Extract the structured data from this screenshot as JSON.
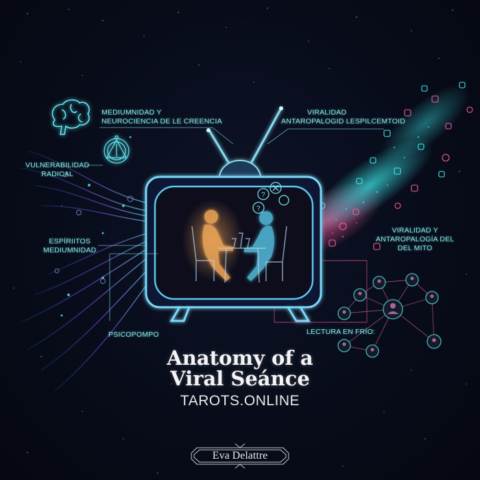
{
  "poster": {
    "title_line_1": "Anatomy of a",
    "title_line_2": "Viral Seánce",
    "subtitle": "TAROTS.ONLINE",
    "author": "Eva Delattre"
  },
  "labels": {
    "top_left": {
      "line1": "Mediumnidad y",
      "line2": "Neurociencia de le creencia"
    },
    "top_right": {
      "line1": "Viralidad",
      "line2": "Antaropalogid lespilcemtoid"
    },
    "left_upper": {
      "line1": "Vulnerabilidad",
      "line2": "Radical"
    },
    "left_middle": {
      "line1": "Espíriitos",
      "line2": "Mediumnidad"
    },
    "right_middle": {
      "line1": "Viralidad y",
      "line2": "Antaropalogía del",
      "line3": "del mito"
    },
    "bottom_left": {
      "text": "Psicopompo"
    },
    "bottom_right": {
      "text": "Lectura en frío:"
    }
  },
  "icons": {
    "brain": "brain-icon",
    "sigil": "occult-sigil-icon",
    "tv": "retro-tv-icon",
    "network": "social-network-graph",
    "thought_bubbles": [
      "question-bubble",
      "question-bubble",
      "x-bubble",
      "home-bubble"
    ]
  },
  "colors": {
    "background": "#070b16",
    "cyan_glow": "#5fe8f0",
    "teal_label": "#8fe6e0",
    "orange_figure": "#f0a858",
    "blue_figure": "#58c8e8",
    "pink_particles": "#ff5a9a",
    "purple_waves": "#7a4ad8",
    "network_node_border": "#4ab8b0",
    "network_edge": "#c05a8a"
  }
}
